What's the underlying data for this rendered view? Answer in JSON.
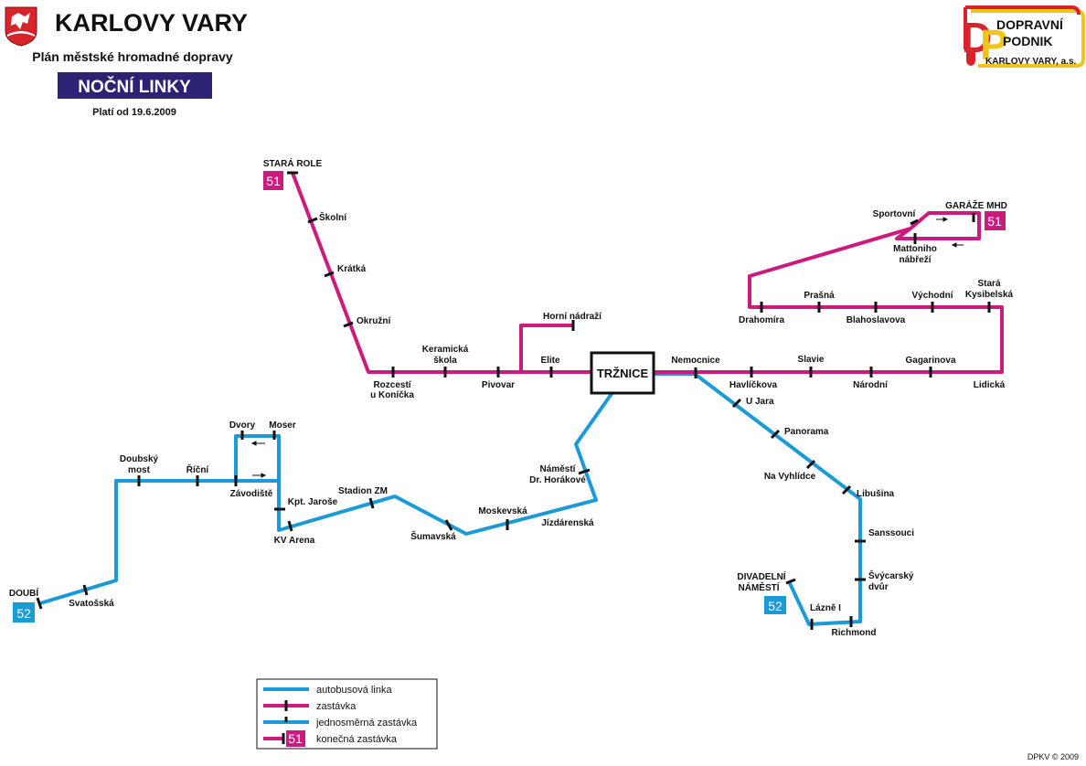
{
  "header": {
    "city": "KARLOVY VARY",
    "subtitle": "Plán městské hromadné dopravy",
    "banner": "NOČNÍ LINKY",
    "valid_from": "Platí od 19.6.2009"
  },
  "operator": {
    "line1": "DOPRAVNÍ",
    "line2": "PODNIK",
    "line3": "KARLOVY VARY, a.s."
  },
  "colors": {
    "line51": "#cc1a7f",
    "line52": "#1a9ad6",
    "banner_bg": "#2c2375"
  },
  "lines": [
    {
      "number": "51",
      "type": "bus"
    },
    {
      "number": "52",
      "type": "bus"
    }
  ],
  "hub": "TRŽNICE",
  "terminals": {
    "stara_role": "STARÁ ROLE",
    "garaze": "GARÁŽE MHD",
    "doubi": "DOUBÍ",
    "divadelni_1": "DIVADELNÍ",
    "divadelni_2": "NÁMĚSTÍ"
  },
  "stops": {
    "skolni": "Školní",
    "kratka": "Krátká",
    "okruzni": "Okružní",
    "rozcesti_1": "Rozcestí",
    "rozcesti_2": "u Koníčka",
    "keramicka_1": "Keramická",
    "keramicka_2": "škola",
    "pivovar": "Pivovar",
    "elite": "Elite",
    "horni_nadrazi": "Horní nádraží",
    "nemocnice": "Nemocnice",
    "havlickova": "Havlíčkova",
    "slavie": "Slavie",
    "narodni": "Národní",
    "gagarinova": "Gagarinova",
    "lidicka": "Lidická",
    "drahomira": "Drahomíra",
    "prasna": "Prašná",
    "blahoslavova": "Blahoslavova",
    "vychodni": "Východní",
    "stara_kys_1": "Stará",
    "stara_kys_2": "Kysibelská",
    "sportovni": "Sportovní",
    "mattoniho_1": "Mattoniho",
    "mattoniho_2": "nábřeží",
    "u_jara": "U Jara",
    "panorama": "Panorama",
    "na_vyhlidce": "Na Vyhlídce",
    "libusina": "Libušina",
    "sanssouci": "Sanssouci",
    "svycarsky_1": "Švýcarský",
    "svycarsky_2": "dvůr",
    "richmond": "Richmond",
    "lazne": "Lázně I",
    "namesti_hor_1": "Náměstí",
    "namesti_hor_2": "Dr. Horákové",
    "jizdarenska": "Jízdárenská",
    "moskevska": "Moskevská",
    "sumavska": "Šumavská",
    "stadion_zm": "Stadion ZM",
    "kpt_jarose": "Kpt. Jaroše",
    "kv_arena": "KV Arena",
    "zavodiste": "Závodiště",
    "dvory": "Dvory",
    "moser": "Moser",
    "ricni": "Říční",
    "doubsky_1": "Doubský",
    "doubsky_2": "most",
    "svatosska": "Svatošská"
  },
  "legend": [
    {
      "label": "autobusová linka"
    },
    {
      "label": "zastávka"
    },
    {
      "label": "jednosměrná zastávka"
    },
    {
      "label": "konečná zastávka",
      "number": "51"
    }
  ],
  "credit": "DPKV © 2009"
}
